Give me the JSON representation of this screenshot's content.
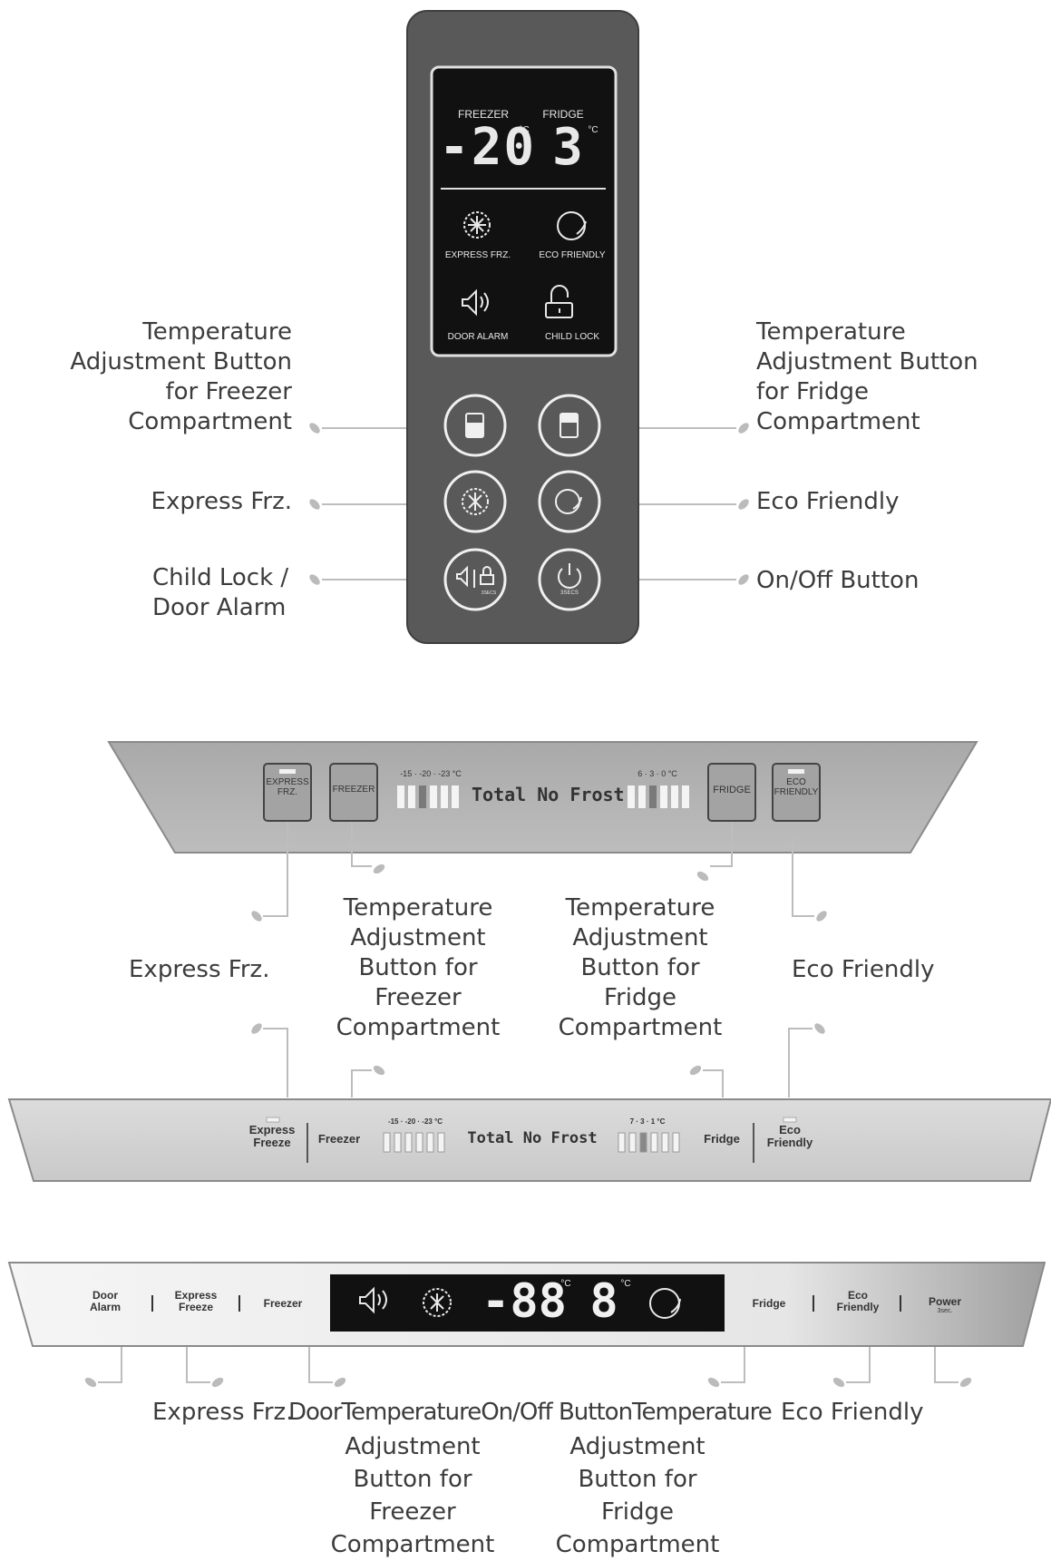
{
  "panel1": {
    "freezer_label": "FREEZER",
    "fridge_label": "FRIDGE",
    "freezer_temp": "-20",
    "fridge_temp": "3",
    "unit": "°C",
    "icons": [
      {
        "name": "express-frz-icon",
        "label": "EXPRESS FRZ."
      },
      {
        "name": "eco-friendly-icon",
        "label": "ECO FRIENDLY"
      },
      {
        "name": "door-alarm-icon",
        "label": "DOOR ALARM"
      },
      {
        "name": "child-lock-icon",
        "label": "CHILD LOCK"
      }
    ],
    "button_sub": "3SECS",
    "callouts": {
      "temp_freezer": [
        "Temperature",
        "Adjustment Button",
        "for Freezer",
        "Compartment"
      ],
      "express": "Express Frz.",
      "childlock": [
        "Child Lock /",
        "Door Alarm"
      ],
      "temp_fridge": [
        "Temperature",
        "Adjustment Button",
        "for Fridge",
        "Compartment"
      ],
      "eco": "Eco Friendly",
      "onoff": "On/Off Button"
    }
  },
  "panel2": {
    "buttons": {
      "express": [
        "EXPRESS",
        "FRZ."
      ],
      "freezer": "FREEZER",
      "fridge": "FRIDGE",
      "eco": [
        "ECO",
        "FRIENDLY"
      ]
    },
    "freezer_scale": "-15 · -20 · -23 °C",
    "fridge_scale": "6 · 3 · 0 °C",
    "brand": "Total No Frost"
  },
  "mid_callouts": {
    "express": "Express Frz.",
    "temp_freezer": [
      "Temperature",
      "Adjustment",
      "Button for",
      "Freezer",
      "Compartment"
    ],
    "temp_fridge": [
      "Temperature",
      "Adjustment",
      "Button for",
      "Fridge",
      "Compartment"
    ],
    "eco": "Eco Friendly"
  },
  "panel3": {
    "express": [
      "Express",
      "Freeze"
    ],
    "freezer": "Freezer",
    "freezer_scale": "-15 · -20 · -23 °C",
    "brand": "Total No Frost",
    "fridge_scale": "7 · 3 · 1 °C",
    "fridge": "Fridge",
    "eco": [
      "Eco",
      "Friendly"
    ]
  },
  "panel4": {
    "door_alarm": [
      "Door",
      "Alarm"
    ],
    "express": [
      "Express",
      "Freeze"
    ],
    "freezer": "Freezer",
    "lcd_freezer": "-88",
    "lcd_fridge": "8",
    "unit": "°C",
    "fridge": "Fridge",
    "eco": [
      "Eco",
      "Friendly"
    ],
    "power": "Power",
    "power_sub": "3sec."
  },
  "bottom_callouts": {
    "express": "Express Frz.",
    "overlap": "DoorTemperatureOn/Off ButtonTemperature",
    "temp_freezer": [
      "Adjustment",
      "Button for",
      "Freezer",
      "Compartment"
    ],
    "temp_fridge": [
      "Adjustment",
      "Button for",
      "Fridge",
      "Compartment"
    ],
    "eco": "Eco Friendly"
  }
}
